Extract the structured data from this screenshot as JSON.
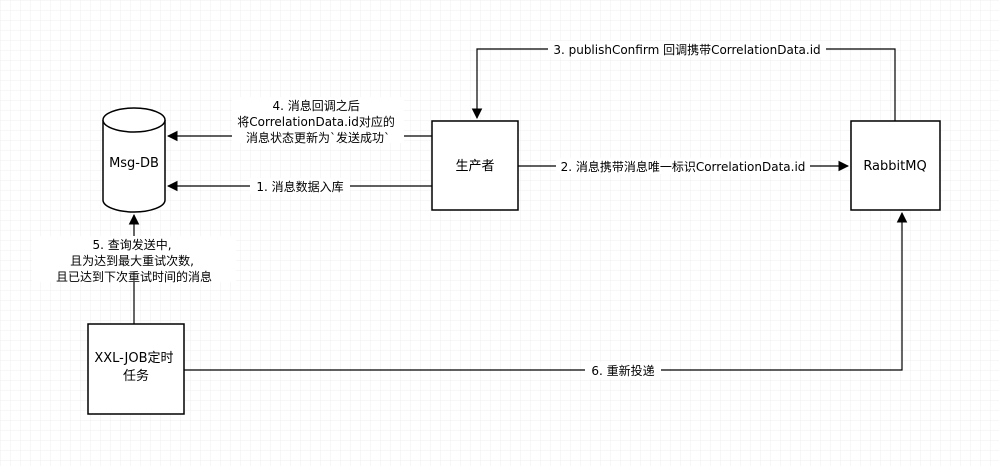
{
  "nodes": {
    "msg_db": "Msg-DB",
    "producer": "生产者",
    "rabbitmq": "RabbitMQ",
    "xxl_job": [
      "XXL-JOB定时",
      "任务"
    ]
  },
  "edges": {
    "step1": "1. 消息数据入库",
    "step2": "2. 消息携带消息唯一标识CorrelationData.id",
    "step3": "3. publishConfirm 回调携带CorrelationData.id",
    "step4": [
      "4. 消息回调之后",
      "将CorrelationData.id对应的",
      "消息状态更新为`发送成功`"
    ],
    "step5": [
      "5. 查询发送中,",
      "且为达到最大重试次数,",
      "且已达到下次重试时间的消息"
    ],
    "step6": "6. 重新投递"
  },
  "colors": {
    "stroke": "#000000",
    "grid": "#eeeeee",
    "background": "#ffffff"
  }
}
